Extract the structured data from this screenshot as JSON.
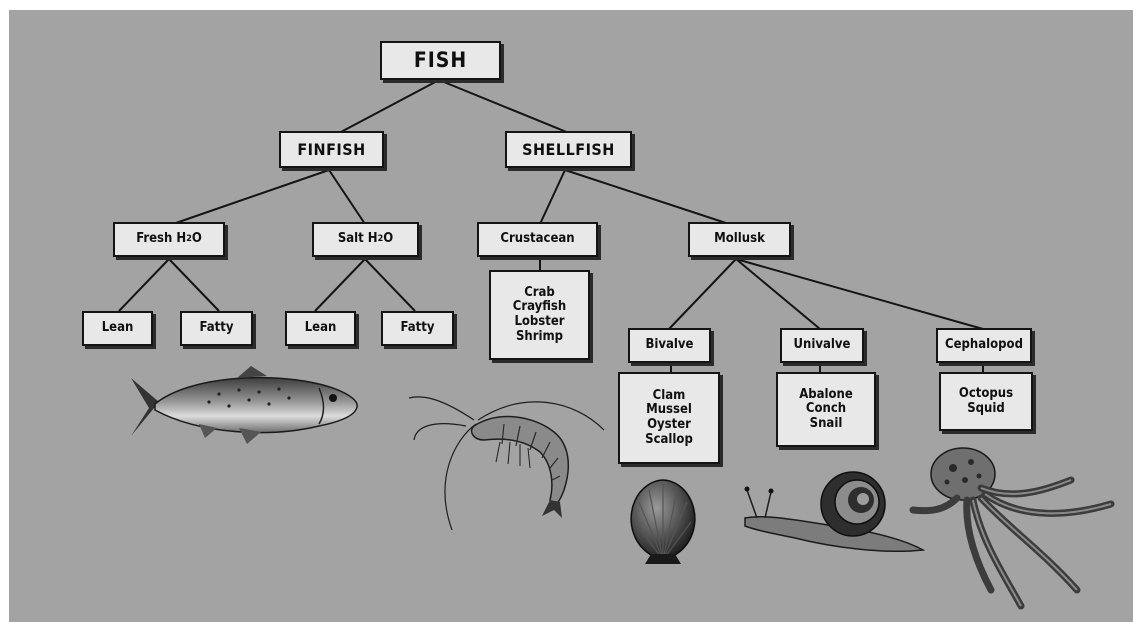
{
  "nodes": {
    "fish": "FISH",
    "finfish": "FINFISH",
    "shellfish": "SHELLFISH",
    "fresh_prefix": "Fresh H",
    "fresh_sub": "2",
    "fresh_suffix": "O",
    "salt_prefix": "Salt H",
    "salt_sub": "2",
    "salt_suffix": "O",
    "crustacean": "Crustacean",
    "mollusk": "Mollusk",
    "fresh_lean": "Lean",
    "fresh_fatty": "Fatty",
    "salt_lean": "Lean",
    "salt_fatty": "Fatty",
    "bivalve": "Bivalve",
    "univalve": "Univalve",
    "cephalopod": "Cephalopod"
  },
  "lists": {
    "crustacean_examples": [
      "Crab",
      "Crayfish",
      "Lobster",
      "Shrimp"
    ],
    "bivalve_examples": [
      "Clam",
      "Mussel",
      "Oyster",
      "Scallop"
    ],
    "univalve_examples": [
      "Abalone",
      "Conch",
      "Snail"
    ],
    "cephalopod_examples": [
      "Octopus",
      "Squid"
    ]
  },
  "illustrations": [
    "trout-icon",
    "shrimp-icon",
    "scallop-shell-icon",
    "snail-icon",
    "octopus-icon"
  ],
  "colors": {
    "background": "#a3a3a3",
    "box_fill": "#e8e8e8",
    "line": "#141414"
  }
}
